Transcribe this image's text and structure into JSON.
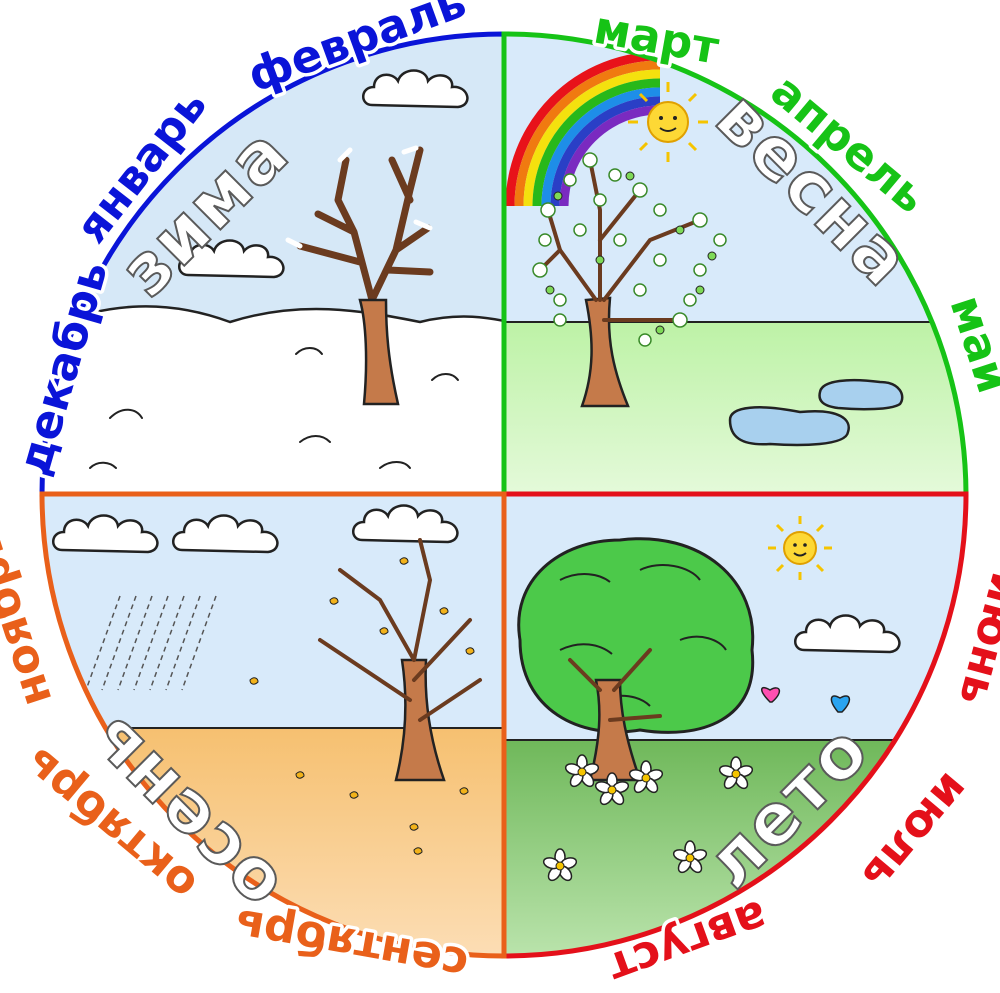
{
  "seasons": {
    "winter": {
      "label": "зима",
      "months": [
        "декабрь",
        "январь",
        "февраль"
      ],
      "color": "#0a14d8"
    },
    "spring": {
      "label": "весна",
      "months": [
        "март",
        "апрель",
        "май"
      ],
      "color": "#16c316"
    },
    "summer": {
      "label": "лето",
      "months": [
        "июнь",
        "июль",
        "август"
      ],
      "color": "#e4101a"
    },
    "autumn": {
      "label": "осень",
      "months": [
        "сентябрь",
        "октябрь",
        "ноябрь"
      ],
      "color": "#e9601a"
    }
  },
  "icons": [
    "tree-icon",
    "cloud-icon",
    "sun-icon",
    "rainbow-icon",
    "flower-icon",
    "butterfly-icon",
    "puddle-icon",
    "rain-icon",
    "leaf-icon"
  ]
}
